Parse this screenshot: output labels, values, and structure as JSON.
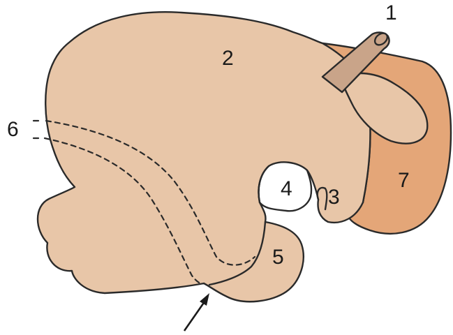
{
  "colors": {
    "main_body": "#E8C6A8",
    "lobe": "#E8C6A8",
    "structure_7": "#E4A678",
    "process_1": "#C9A489",
    "outline": "#2A2A2A"
  },
  "labels": {
    "l1": "1",
    "l2": "2",
    "l3": "3",
    "l4": "4",
    "l5": "5",
    "l6": "6",
    "l7": "7"
  },
  "arrow": {
    "icon": "arrow-up-right-icon"
  }
}
